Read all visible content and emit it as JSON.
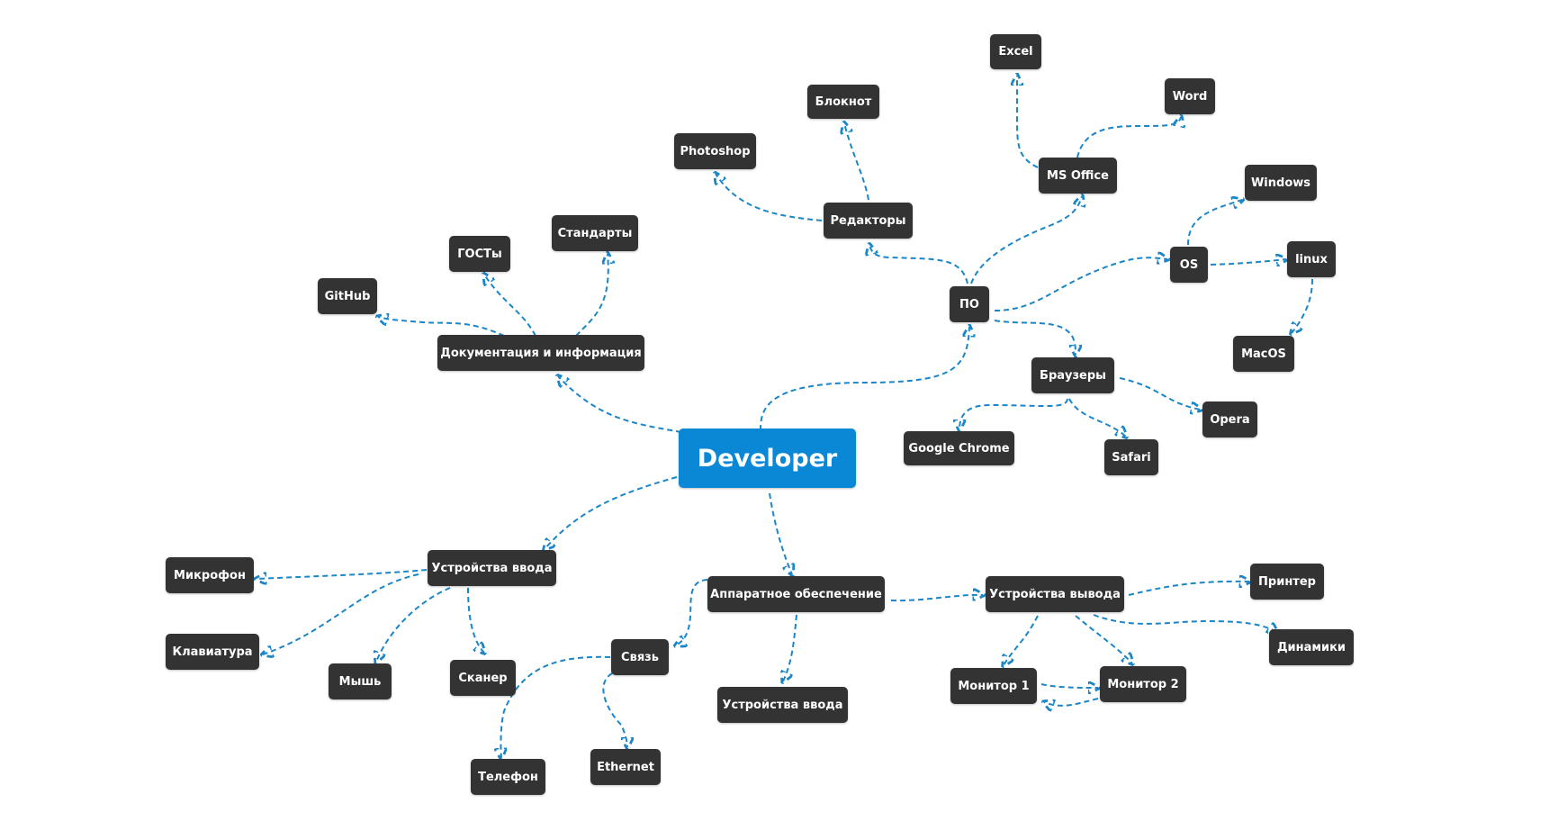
{
  "colors": {
    "root_fill": "#0a88d6",
    "node_fill": "#333333",
    "node_text": "#ffffff",
    "edge": "#1a86c8",
    "background": "#ffffff"
  },
  "nodes": {
    "developer": "Developer",
    "po": "ПО",
    "redaktory": "Редакторы",
    "bloknot": "Блокнот",
    "photoshop": "Photoshop",
    "ms_office": "MS Office",
    "excel": "Excel",
    "word": "Word",
    "os": "OS",
    "windows": "Windows",
    "linux": "linux",
    "macos": "MacOS",
    "brauzery": "Браузеры",
    "google_chrome": "Google Chrome",
    "safari": "Safari",
    "opera": "Opera",
    "dokumentaciya": "Документация и информация",
    "github": "GitHub",
    "gosty": "ГОСТы",
    "standarty": "Стандарты",
    "ustroystva_vvoda": "Устройства ввода",
    "mikrofon": "Микрофон",
    "klaviatura": "Клавиатура",
    "mysh": "Мышь",
    "skaner": "Сканер",
    "apparatnoe": "Аппаратное обеспечение",
    "svyaz": "Связь",
    "telefon": "Телефон",
    "ethernet": "Ethernet",
    "ustroystva_vvoda_2": "Устройства ввода",
    "ustroystva_vyvoda": "Устройства вывода",
    "printer": "Принтер",
    "dinamiki": "Динамики",
    "monitor_1": "Монитор 1",
    "monitor_2": "Монитор 2"
  }
}
